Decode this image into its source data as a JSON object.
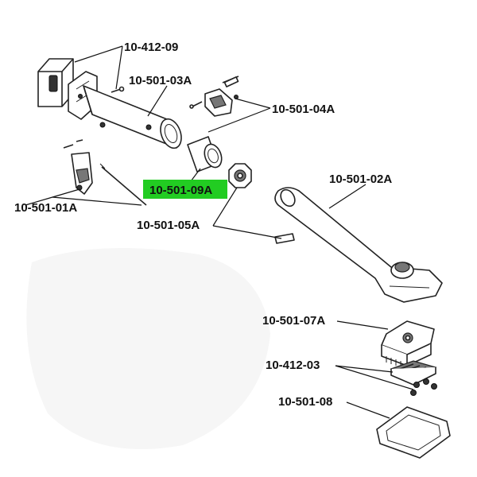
{
  "labels": {
    "p_10_412_09": "10-412-09",
    "p_10_501_03A": "10-501-03A",
    "p_10_501_04A": "10-501-04A",
    "p_10_501_09A": "10-501-09A",
    "p_10_501_01A": "10-501-01A",
    "p_10_501_02A": "10-501-02A",
    "p_10_501_05A": "10-501-05A",
    "p_10_501_07A": "10-501-07A",
    "p_10_412_03": "10-412-03",
    "p_10_501_08": "10-501-08"
  },
  "colors": {
    "highlight": "#22cc22",
    "line": "#111111"
  },
  "highlighted_part": "10-501-09A"
}
